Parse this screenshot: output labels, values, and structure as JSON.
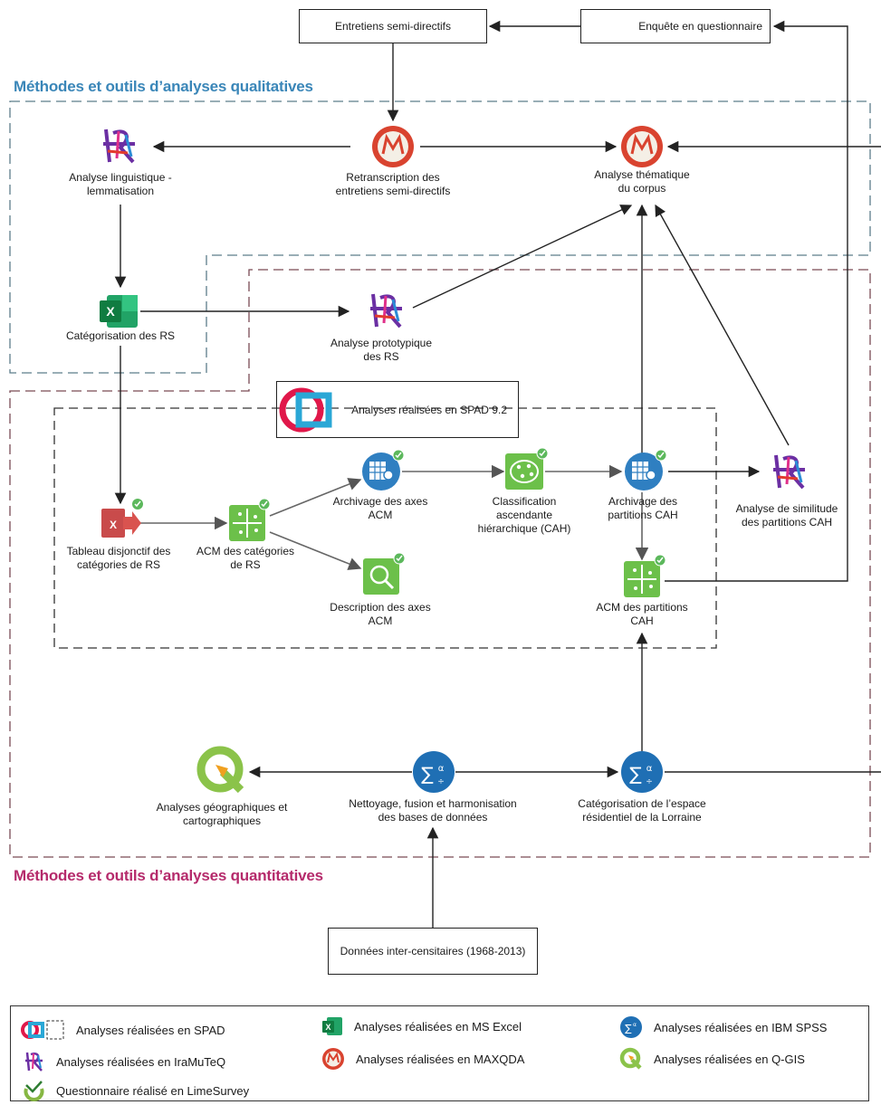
{
  "colors": {
    "qualitative": "#3a86b8",
    "quantitative": "#b52a6b",
    "qual_border": "#5c7d8a",
    "quant_border": "#7a4a55",
    "spad_border": "#333333"
  },
  "sections": {
    "qualitative": "Méthodes et outils d’analyses qualitatives",
    "quantitative": "Méthodes et outils d’analyses quantitatives"
  },
  "boxes": {
    "entretiens": "Entretiens semi-directifs",
    "enquete": "Enquête en questionnaire",
    "spad": "Analyses réalisées en SPAD 9.2",
    "donnees": "Données inter-censitaires (1968-2013)"
  },
  "nodes": {
    "linguistique": "Analyse linguistique -\nlemmatisation",
    "retranscription": "Retranscription des\nentretiens semi-directifs",
    "thematique": "Analyse thématique\ndu corpus",
    "categorisation_rs": "Catégorisation des RS",
    "prototypique": "Analyse prototypique\ndes RS",
    "tableau": "Tableau disjonctif des\ncatégories de RS",
    "acm_categories": "ACM des catégories\nde RS",
    "archivage_axes": "Archivage des axes\nACM",
    "description_axes": "Description des axes\nACM",
    "classification": "Classification\nascendante\nhiérarchique (CAH)",
    "archivage_partitions": "Archivage des\npartitions CAH",
    "acm_partitions": "ACM des partitions\nCAH",
    "similitude": "Analyse de similitude\ndes partitions CAH",
    "geographiques": "Analyses géographiques et\ncartographiques",
    "nettoyage": "Nettoyage, fusion et harmonisation\ndes bases de données",
    "categorisation_espace": "Catégorisation de l’espace\nrésidentiel de la Lorraine"
  },
  "legend": [
    {
      "icon": "spad-icon",
      "label": "Analyses réalisées en SPAD"
    },
    {
      "icon": "excel-icon",
      "label": "Analyses réalisées en MS Excel"
    },
    {
      "icon": "spss-icon",
      "label": "Analyses réalisées en IBM SPSS"
    },
    {
      "icon": "iramuteq-icon",
      "label": "Analyses réalisées en IraMuTeQ"
    },
    {
      "icon": "maxqda-icon",
      "label": "Analyses réalisées en MAXQDA"
    },
    {
      "icon": "qgis-icon",
      "label": "Analyses réalisées en Q-GIS"
    },
    {
      "icon": "limesurvey-icon",
      "label": "Questionnaire réalisé en LimeSurvey"
    }
  ]
}
